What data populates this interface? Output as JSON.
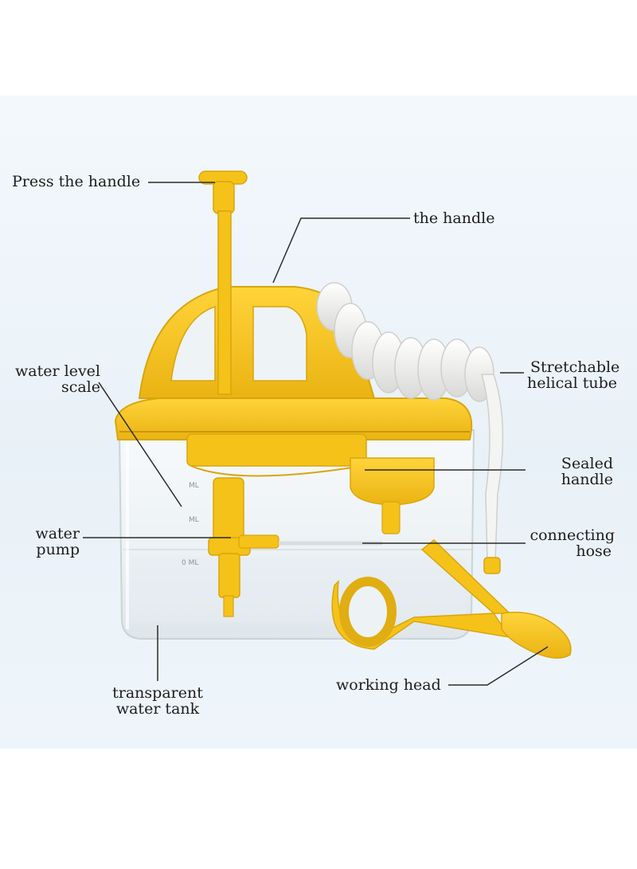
{
  "labels": {
    "press_handle": "Press the handle",
    "the_handle": "the handle",
    "water_level_scale": [
      "water level",
      "scale"
    ],
    "stretchable_tube": [
      "Stretchable",
      "helical tube"
    ],
    "sealed_handle": [
      "Sealed",
      "handle"
    ],
    "water_pump": [
      "water",
      "pump"
    ],
    "connecting_hose": [
      "connecting",
      "hose"
    ],
    "transparent_tank": [
      "transparent",
      "water tank"
    ],
    "working_head": "working head"
  },
  "scale_marks": [
    "ML",
    "ML",
    "0 ML"
  ],
  "colors": {
    "yellow": "#f5c21a",
    "yellow_dark": "#d9a50d",
    "tube_white": "#f4f4f2",
    "tank_glass": "#eef3f6",
    "leader_line": "#2b2b2b"
  }
}
